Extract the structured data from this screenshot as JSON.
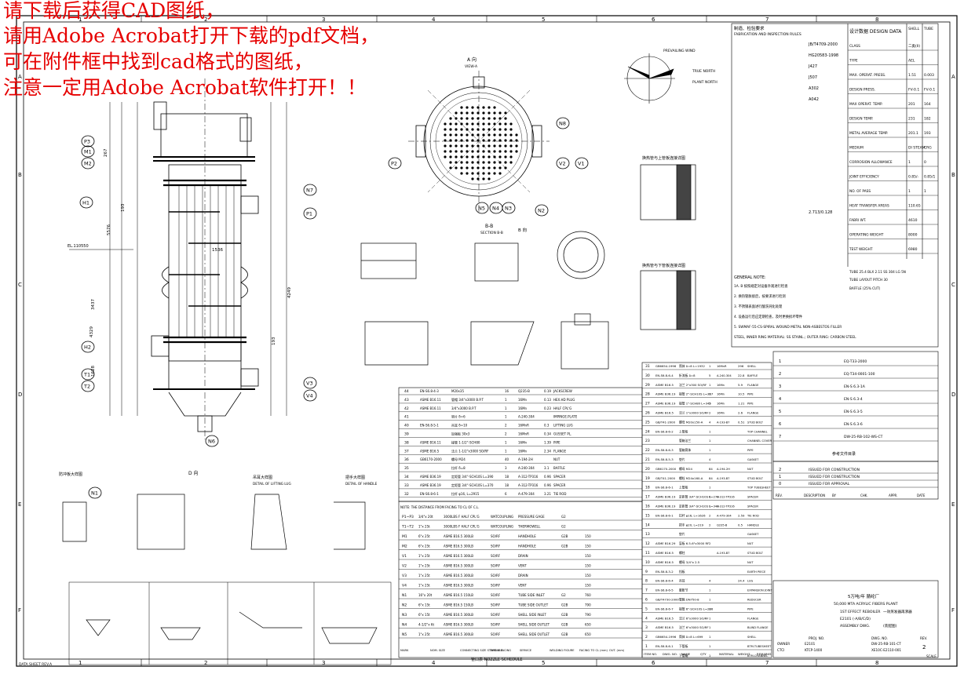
{
  "watermark_lines": [
    "请下载后获得CAD图纸，",
    "请用Adobe Acrobat打开下载的pdf文档，",
    "可在附件框中找到cad格式的图纸，",
    "注意一定用Adobe Acrobat软件打开！！"
  ],
  "grid_columns": [
    "1",
    "2",
    "3",
    "4",
    "5",
    "6",
    "7",
    "8"
  ],
  "grid_rows": [
    "A",
    "B",
    "C",
    "D",
    "E",
    "F"
  ],
  "design_data": {
    "header_left": "制造、检验要求",
    "header_left_en": "FABRICATION AND INSPECTION RULES",
    "header_right": "设计数据 DESIGN DATA",
    "shell": "SHELL",
    "tube": "TUBE",
    "rows": [
      {
        "label": "CLASS",
        "shell": "二类(II)",
        "tube": ""
      },
      {
        "label": "TYPE",
        "shell": "AEL",
        "tube": ""
      },
      {
        "label": "MAX. OPERAT. PRESS.",
        "shell": "1.51",
        "tube": "0.003"
      },
      {
        "label": "DESIGN PRESS.",
        "shell": "FV-0.1",
        "tube": "FV-0.1"
      },
      {
        "label": "MAX OPERAT. TEMP.",
        "shell": "201",
        "tube": "164"
      },
      {
        "label": "DESIGN TEMP.",
        "shell": "231",
        "tube": "182"
      },
      {
        "label": "METAL AVERAGE TEMP.",
        "shell": "201.1",
        "tube": "193"
      },
      {
        "label": "MEDIUM",
        "shell": "DI STEAM",
        "tube": "CRG"
      },
      {
        "label": "CORROSION ALLOWANCE",
        "shell": "1",
        "tube": "0"
      },
      {
        "label": "JOINT EFFICIENCY",
        "shell": "0.85/-",
        "tube": "0.85/1"
      },
      {
        "label": "NO. OF PASS",
        "shell": "1",
        "tube": "1"
      },
      {
        "label": "HEAT TRANSFER AREAS",
        "shell": "110.65",
        "tube": ""
      },
      {
        "label": "FABRI WT.",
        "shell": "4610",
        "tube": ""
      },
      {
        "label": "OPERATING WEIGHT",
        "shell": "8000",
        "tube": ""
      },
      {
        "label": "TEST WEIGHT",
        "shell": "6980",
        "tube": ""
      }
    ],
    "standards": [
      "JB/T4709-2000",
      "HG20583-1998",
      "J427",
      "J507",
      "A302",
      "A042"
    ],
    "test_pressure": "2.713/0.128"
  },
  "general_note_title": "GENERAL NOTE:",
  "general_notes": [
    "1A. B   按照规定对设备外观进行检查",
    "2. 换热管胀接后，按要求进行检测",
    "3. 不锈钢表面进行酸洗钝化处理",
    "4. 设备运行后应定期检查，及时更换损坏零件",
    "5. SWMAF-55-CS-SPIRAL WOUND METAL NON-ASBESTOS FILLER",
    "STEEL, INNER RING MATERIAL: SS STAINL.; OUTER RING: CARBON STEEL"
  ],
  "tube_layout": {
    "tube": "TUBE",
    "dims": "25.4 BLX 2.11 SS 304 LG 5N",
    "layout": "TUBE LAYOUT",
    "pitch": "PITCH 30",
    "baffle": "BAFFLE (25% CUT)"
  },
  "title_block": {
    "company": "50,000 MTA ACRYLIC FIBERS PLANT",
    "plant_cn": "5万吨/年 腈纶厂",
    "title_cn": "一效蒸发器再沸器",
    "title_en": "1ST EFFECT REBOILER",
    "item": "E2101 (-A/B/C/D)",
    "drawing": "ASSEMBLY DWG.",
    "sheet_label": "(装配图)",
    "owner_label": "OWNER",
    "ctci_label": "CTCI",
    "proj_no_label": "PROJ. NO.",
    "dwg_no_label": "DWG. NO.",
    "rev_label": "REV.",
    "owner_no": "E2101",
    "dwg_no": "DW-25-RB-101-CT",
    "ctci_no": "KTCP-1400",
    "dwg_no2": "XE10C-E2110-001",
    "rev": "2",
    "scale_label": "SCALE"
  },
  "revisions": [
    {
      "no": "2",
      "desc": "ISSUED FOR CONSTRUCTION"
    },
    {
      "no": "1",
      "desc": "ISSUED FOR CONSTRUCTION"
    },
    {
      "no": "0",
      "desc": "ISSUED FOR APPROVAL"
    }
  ],
  "revision_headers": [
    "REV.",
    "DESCRIPTION",
    "BY",
    "CHK.",
    "APPR.",
    "DATE"
  ],
  "reference_docs": {
    "title": "参考文件目录",
    "rows": [
      {
        "mark": "1",
        "no": "EQ-T33-2000"
      },
      {
        "mark": "2",
        "no": "EQ-T34-0001-100"
      },
      {
        "mark": "3",
        "no": "EN-S 6.3-1A"
      },
      {
        "mark": "4",
        "no": "EN-S 6.3-4"
      },
      {
        "mark": "5",
        "no": "EN-S 6.3-5"
      },
      {
        "mark": "6",
        "no": "EN-S 6.3-6"
      },
      {
        "mark": "7",
        "no": "DW-25-RB-102-WS-CT"
      }
    ]
  },
  "nozzle_schedule": {
    "title": "管口表 NOZZLE SCHEDULE",
    "headers": [
      "MARK",
      "NOM. SIZE",
      "CONNECTING SIZE STANDARD",
      "TYPE & FACING",
      "SERVICE",
      "WELDING FIGURE",
      "FACING TO CL (mm)",
      "OUT. (mm)"
    ],
    "rows": [
      {
        "mark": "P1~P3",
        "size": "3/4\"x 20t",
        "std": "3000LBS F HALF CPL'G",
        "type": "WATCOUPLING",
        "service": "PRESSURE GAGE",
        "weld": "G2",
        "cl": "",
        "out": ""
      },
      {
        "mark": "T1~T2",
        "size": "1\"x 25t",
        "std": "3000LBS F HALF CPL'G",
        "type": "WATCOUPLING",
        "service": "THERMOWELL",
        "weld": "G2",
        "cl": "",
        "out": ""
      },
      {
        "mark": "M1",
        "size": "6\"x 25t",
        "std": "ASME B16.5 300LB",
        "type": "SO/RF",
        "service": "HANDHOLE",
        "weld": "G2B",
        "cl": "150",
        "out": ""
      },
      {
        "mark": "M2",
        "size": "6\"x 25t",
        "std": "ASME B16.5 300LB",
        "type": "SO/RF",
        "service": "HANDHOLE",
        "weld": "G2B",
        "cl": "150",
        "out": ""
      },
      {
        "mark": "V1",
        "size": "1\"x 25t",
        "std": "ASME B16.5 300LB",
        "type": "SO/RF",
        "service": "DRAIN",
        "weld": "",
        "cl": "150",
        "out": ""
      },
      {
        "mark": "V2",
        "size": "1\"x 25t",
        "std": "ASME B16.5 300LB",
        "type": "SO/RF",
        "service": "VENT",
        "weld": "",
        "cl": "150",
        "out": ""
      },
      {
        "mark": "V3",
        "size": "1\"x 25t",
        "std": "ASME B16.5 300LB",
        "type": "SO/RF",
        "service": "DRAIN",
        "weld": "",
        "cl": "150",
        "out": ""
      },
      {
        "mark": "V4",
        "size": "1\"x 25t",
        "std": "ASME B16.5 300LB",
        "type": "SO/RF",
        "service": "VENT",
        "weld": "",
        "cl": "150",
        "out": ""
      },
      {
        "mark": "N1",
        "size": "16\"x 20t",
        "std": "ASME B16.5 150LB",
        "type": "SO/RF",
        "service": "TUBE SIDE INLET",
        "weld": "G2",
        "cl": "760",
        "out": ""
      },
      {
        "mark": "N2",
        "size": "6\"x 15t",
        "std": "ASME B16.5 150LB",
        "type": "SO/RF",
        "service": "TUBE SIDE OUTLET",
        "weld": "G2B",
        "cl": "790",
        "out": ""
      },
      {
        "mark": "N3",
        "size": "6\"x 15t",
        "std": "ASME B16.5 300LB",
        "type": "SO/RF",
        "service": "SHELL SIDE INLET",
        "weld": "G2B",
        "cl": "790",
        "out": ""
      },
      {
        "mark": "N4",
        "size": "4-1/2\"x 6t",
        "std": "ASME B16.5 300LB",
        "type": "SO/RF",
        "service": "SHELL SIDE OUTLET",
        "weld": "G2B",
        "cl": "650",
        "out": ""
      },
      {
        "mark": "N5",
        "size": "1\"x 25t",
        "std": "ASME B16.5 300LB",
        "type": "SO/RF",
        "service": "SHELL SIDE OUTLET",
        "weld": "G2B",
        "cl": "650",
        "out": ""
      }
    ],
    "note": "NOTE: THE DISTANCE FROM FACING TO CL OF C.L."
  },
  "parts_list_headers": [
    "ITEM NO.",
    "DWG. NO.",
    "NAME",
    "QTY",
    "MATERIAL",
    "WEIGHT",
    "REMARKS"
  ],
  "parts_list": [
    {
      "no": "44",
      "std": "EN-S6.8-4-3",
      "name": "M20x35",
      "qty": "16",
      "mat": "Q235-B",
      "wt": "0.19",
      "rem": "JACKSCREW"
    },
    {
      "no": "43",
      "std": "ASME B16.11",
      "name": "管帽 3/4\"x3000 B.P.T",
      "qty": "1",
      "mat": "16Mn",
      "wt": "0.13",
      "rem": "HEX.HD PLUG"
    },
    {
      "no": "42",
      "std": "ASME B16.11",
      "name": "3/4\"x3000 B.P.T",
      "qty": "1",
      "mat": "16Mn",
      "wt": "0.23",
      "rem": "HALF CPL'G"
    },
    {
      "no": "41",
      "std": "",
      "name": "垫片 δ=6",
      "qty": "1",
      "mat": "A-240-304",
      "wt": "",
      "rem": "IMPINGE.PLATE"
    },
    {
      "no": "40",
      "std": "EN-S6.8-5-1",
      "name": "吊耳 δ=10",
      "qty": "2",
      "mat": "16MnR",
      "wt": "0.3",
      "rem": "LIFTING LUG"
    },
    {
      "no": "39",
      "std": "",
      "name": "加强板 30x3",
      "qty": "2",
      "mat": "16MnR",
      "wt": "0.34",
      "rem": "GUSSET PL."
    },
    {
      "no": "38",
      "std": "ASME B16.11",
      "name": "接管 1-1/2\"-SCH80",
      "qty": "1",
      "mat": "16Mn",
      "wt": "1.39",
      "rem": "PIPE"
    },
    {
      "no": "37",
      "std": "ASME B16.5",
      "name": "法兰 1-1/2\"x3000 SO/RF",
      "qty": "1",
      "mat": "16Mn",
      "wt": "2.34",
      "rem": "FLANGE"
    },
    {
      "no": "36",
      "std": "GB6170-2000",
      "name": "螺母 M24",
      "qty": "40",
      "mat": "A-194-2H",
      "wt": "",
      "rem": "NUT"
    },
    {
      "no": "35",
      "std": "",
      "name": "拉杆 δ=8",
      "qty": "3",
      "mat": "A-240-304",
      "wt": "3.1",
      "rem": "BAFFLE"
    },
    {
      "no": "34",
      "std": "ASME B36.19",
      "name": "定距管 3/4\"-SCH10S L=390",
      "qty": "18",
      "mat": "A-312-TP316",
      "wt": "0.96",
      "rem": "SPACER"
    },
    {
      "no": "33",
      "std": "ASME B36.19",
      "name": "定距管 3/4\"-SCH10S L=370",
      "qty": "18",
      "mat": "A-312-TP316",
      "wt": "0.96",
      "rem": "SPACER"
    },
    {
      "no": "32",
      "std": "EN-S6.8-6-1",
      "name": "拉杆 φ16, L=2915",
      "qty": "6",
      "mat": "A-479-304",
      "wt": "3.21",
      "rem": "TIE ROD"
    }
  ],
  "parts_list_right": [
    {
      "no": "31",
      "std": "GB6654-1996",
      "name": "筒体 δ=8 L=1932",
      "qty": "1",
      "mat": "16MnR",
      "wt": "296",
      "rem": "SHELL"
    },
    {
      "no": "30",
      "std": "EN-S6.8-6-4",
      "name": "折流板 δ=8",
      "qty": "5",
      "mat": "A-240-304",
      "wt": "22.8",
      "rem": "BAFFLE"
    },
    {
      "no": "29",
      "std": "ASME B16.5",
      "name": "法兰 2\"x300 SO/RF",
      "qty": "1",
      "mat": "16Mn",
      "wt": "5.9",
      "rem": "FLANGE"
    },
    {
      "no": "28",
      "std": "ASME B36.19",
      "name": "接管 2\"-SCH10S L=367",
      "qty": "1",
      "mat": "16Mn",
      "wt": "10.5",
      "rem": "PIPE"
    },
    {
      "no": "27",
      "std": "ASME B36.19",
      "name": "接管 1\"-SCH80 L=345",
      "qty": "2",
      "mat": "16Mn",
      "wt": "1.21",
      "rem": "PIPE"
    },
    {
      "no": "26",
      "std": "ASME B16.5",
      "name": "法兰 1\"x3000 SO/RF",
      "qty": "2",
      "mat": "16Mn",
      "wt": "2.6",
      "rem": "FLANGE"
    },
    {
      "no": "25",
      "std": "GB/T41-2000",
      "name": "螺母 M20x150-A",
      "qty": "4",
      "mat": "A-193-B7",
      "wt": "0.51",
      "rem": "STUD BOLT"
    },
    {
      "no": "24",
      "std": "EN-S6.8-6-2",
      "name": "上管板",
      "qty": "1",
      "mat": "",
      "wt": "",
      "rem": "TOP CHANNEL"
    },
    {
      "no": "23",
      "std": "",
      "name": "管箱法兰",
      "qty": "1",
      "mat": "",
      "wt": "",
      "rem": "CHANNEL COVER"
    },
    {
      "no": "22",
      "std": "EN-S6.8-6-3",
      "name": "管箱筒体",
      "qty": "1",
      "mat": "",
      "wt": "",
      "rem": "PIPE"
    },
    {
      "no": "21",
      "std": "EN-S6.8-5-3",
      "name": "垫片",
      "qty": "4",
      "mat": "",
      "wt": "",
      "rem": "GASKET"
    },
    {
      "no": "20",
      "std": "GB6170-2000",
      "name": "螺母 M24",
      "qty": "84",
      "mat": "A-194-2H",
      "wt": "",
      "rem": "NUT"
    },
    {
      "no": "19",
      "std": "GB/T41-2000",
      "name": "螺栓 M24x160-A",
      "qty": "84",
      "mat": "A-193-B7",
      "wt": "",
      "rem": "STUD BOLT"
    },
    {
      "no": "18",
      "std": "EN-S6.8-6-1",
      "name": "上管板",
      "qty": "1",
      "mat": "",
      "wt": "",
      "rem": "TOP TUBESHEET"
    },
    {
      "no": "17",
      "std": "ASME B36.19",
      "name": "定距管 3/4\"-SCH10S L=270",
      "qty": "6",
      "mat": "A-312-TP316",
      "wt": "",
      "rem": "SPACER"
    },
    {
      "no": "16",
      "std": "ASME B36.19",
      "name": "定距管 3/4\"-SCH10S L=340",
      "qty": "1",
      "mat": "A-312-TP316",
      "wt": "",
      "rem": "SPACER"
    },
    {
      "no": "15",
      "std": "EN-S6.8-6-1",
      "name": "拉杆 φ16, L=1626",
      "qty": "2",
      "mat": "A-479-304",
      "wt": "2.59",
      "rem": "TIE ROD"
    },
    {
      "no": "14",
      "std": "",
      "name": "把手 φ20, L=219",
      "qty": "2",
      "mat": "Q235-B",
      "wt": "0.5",
      "rem": "HANDLE"
    },
    {
      "no": "13",
      "std": "",
      "name": "垫片",
      "qty": "",
      "mat": "",
      "wt": "",
      "rem": "GASKET"
    },
    {
      "no": "12",
      "std": "ASME B16.29",
      "name": "盲板 6.5-6\"x3000 RF",
      "qty": "2",
      "mat": "",
      "wt": "",
      "rem": "NUT"
    },
    {
      "no": "11",
      "std": "ASME B16.5",
      "name": "螺柱",
      "qty": "",
      "mat": "A-193-B7",
      "wt": "",
      "rem": "STUD BOLT"
    },
    {
      "no": "10",
      "std": "ASME B16.5",
      "name": "螺母 3/4\"x 2.5",
      "qty": "",
      "mat": "",
      "wt": "",
      "rem": "NUT"
    },
    {
      "no": "9",
      "std": "EN-S6.8-3-2",
      "name": "挡板",
      "qty": "",
      "mat": "",
      "wt": "",
      "rem": "EARTH PIECE"
    },
    {
      "no": "8",
      "std": "EN-S6.8-6-4",
      "name": "吊耳",
      "qty": "4",
      "mat": "",
      "wt": "24.4",
      "rem": "LUG"
    },
    {
      "no": "7",
      "std": "EN-S6.8-6-5",
      "name": "膨胀节",
      "qty": "1",
      "mat": "",
      "wt": "",
      "rem": "EXPANSION JOINT"
    },
    {
      "no": "6",
      "std": "GB/T4730-2000",
      "name": "管箱 DN750-8",
      "qty": "1",
      "mat": "",
      "wt": "",
      "rem": "REDUCER"
    },
    {
      "no": "5",
      "std": "EN-S6.8-6-7",
      "name": "接管 6\"-SCH10S L=286",
      "qty": "1",
      "mat": "",
      "wt": "",
      "rem": "PIPE"
    },
    {
      "no": "4",
      "std": "ASME B16.5",
      "name": "法兰 6\"x3000 SO/RF",
      "qty": "1",
      "mat": "",
      "wt": "",
      "rem": "FLANGE"
    },
    {
      "no": "3",
      "std": "ASME B16.5",
      "name": "法兰 6\"x3000 SO/RF",
      "qty": "1",
      "mat": "",
      "wt": "",
      "rem": "BLIND FLANGE"
    },
    {
      "no": "2",
      "std": "GB6654-1996",
      "name": "筒体 δ=8 L=699",
      "qty": "1",
      "mat": "",
      "wt": "",
      "rem": "SHELL"
    },
    {
      "no": "1",
      "std": "EN-S6.8-6-1",
      "name": "下管板",
      "qty": "1",
      "mat": "",
      "wt": "",
      "rem": "BTM.TUBESHEET"
    },
    {
      "no": "",
      "std": "",
      "name": "下管箱",
      "qty": "1",
      "mat": "",
      "wt": "",
      "rem": "BTM.CHANNEL"
    }
  ],
  "view_labels": {
    "a_view": "A 向",
    "a_view_en": "VIEW-A",
    "b_b": "B-B",
    "b_b_en": "SECTION B-B",
    "b_dir": "B 向",
    "d_dir": "D 向",
    "prevailing_wind": "PREVAILING WIND",
    "true_north": "TRUE NORTH",
    "plant_north": "PLANT NORTH",
    "lifting_lug": "吊耳大样图",
    "lifting_lug_en": "DETAIL OF LIFTING LUG",
    "handle": "把手大样图",
    "handle_en": "DETAIL OF HANDLE",
    "impinge": "防冲板大样图",
    "data_sheet": "DATA SHEET REV.A",
    "elevation": "EL.110550",
    "tubesheet_top": "换热管与上管板连接详图",
    "tubesheet_btm": "换热管与下管板连接详图"
  },
  "nozzle_tags": [
    "N1",
    "N2",
    "N3",
    "N4",
    "N5",
    "N6",
    "N7",
    "N8",
    "M1",
    "M2",
    "H1",
    "H2",
    "P1",
    "P2",
    "P3",
    "T1",
    "T2",
    "V1",
    "V2",
    "V3",
    "V4"
  ],
  "dimension_texts": [
    "3437",
    "5576",
    "267",
    "193",
    "4329",
    "1628",
    "193",
    "4249",
    "1536"
  ]
}
